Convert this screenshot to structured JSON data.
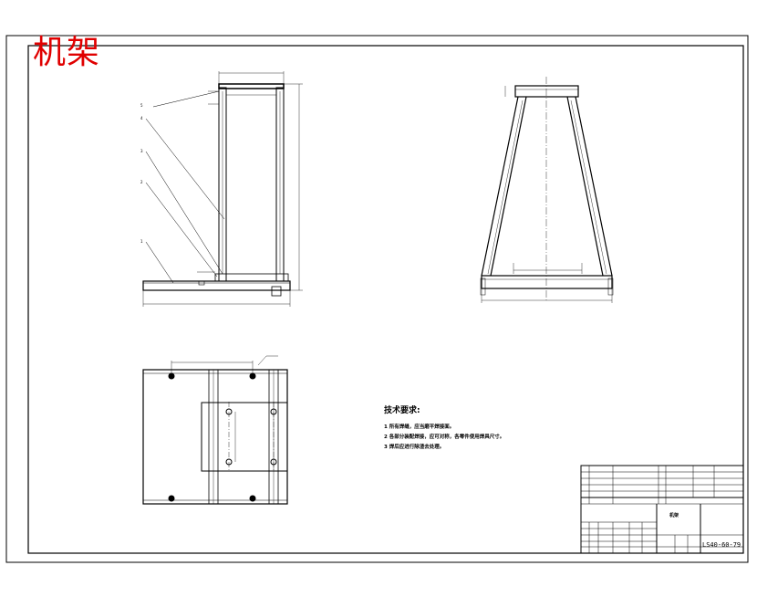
{
  "title": "机架",
  "technical_requirements": {
    "heading": "技术要求:",
    "notes": [
      "1  所有焊缝，应当磨平焊接面。",
      "2  各部分装配焊接，应可对称，各零件使用焊具尺寸。",
      "3  焊后应进行除渣去处理。"
    ]
  },
  "title_block": {
    "drawing_number": "LS40-60-79",
    "part_name": "机架"
  },
  "part_balloons": [
    "5",
    "4",
    "3",
    "2",
    "1"
  ]
}
